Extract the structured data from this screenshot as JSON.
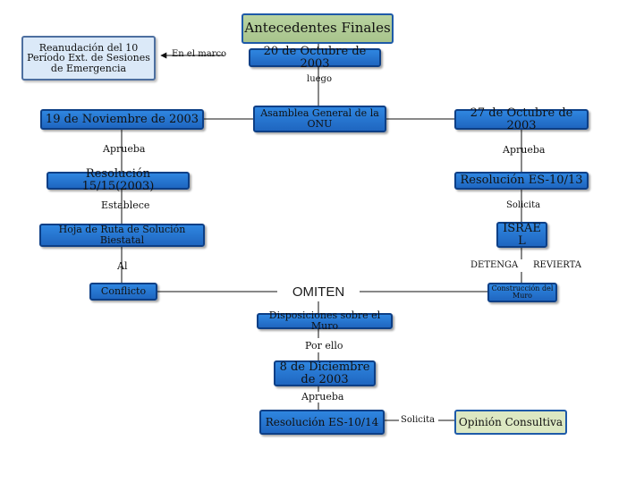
{
  "nodes": {
    "reanudacion": "Reanudación del 10 Período Ext. de Sesiones de Emergencia",
    "antecedentes": "Antecedentes Finales",
    "oct20": "20 de Octubre de 2003",
    "nov19": "19 de Noviembre de 2003",
    "asamblea": "Asamblea General de la ONU",
    "oct27": "27 de Octubre de 2003",
    "res1515": "Resolución 15/15(2003)",
    "res1013": "Resolución ES-10/13",
    "hoja_ruta": "Hoja de Ruta de Solución Biestatal",
    "israel": "ISRAE L",
    "conflicto": "Conflicto",
    "omiten": "OMITEN",
    "construccion": "Construcción del Muro",
    "disposiciones": "Disposiciones sobre el Muro",
    "dic8": "8 de Diciembre de 2003",
    "res1014": "Resolución ES-10/14",
    "opinion": "Opinión Consultiva"
  },
  "edge_labels": {
    "en_el_marco": "En el marco",
    "luego": "luego",
    "aprueba_left": "Aprueba",
    "aprueba_right": "Aprueba",
    "establece": "Establece",
    "solicita_right": "Solicita",
    "al": "Al",
    "detenga": "DETENGA",
    "revierta": "REVIERTA",
    "por_ello": "Por ello",
    "aprueba_bottom": "Aprueba",
    "solicita_bottom": "Solicita"
  },
  "colors": {
    "box_fill": "#2f86e0",
    "box_border": "#0d3f86",
    "pale_fill": "#dbe9f8",
    "green_fill": "#dce8c2",
    "line": "#111111"
  }
}
